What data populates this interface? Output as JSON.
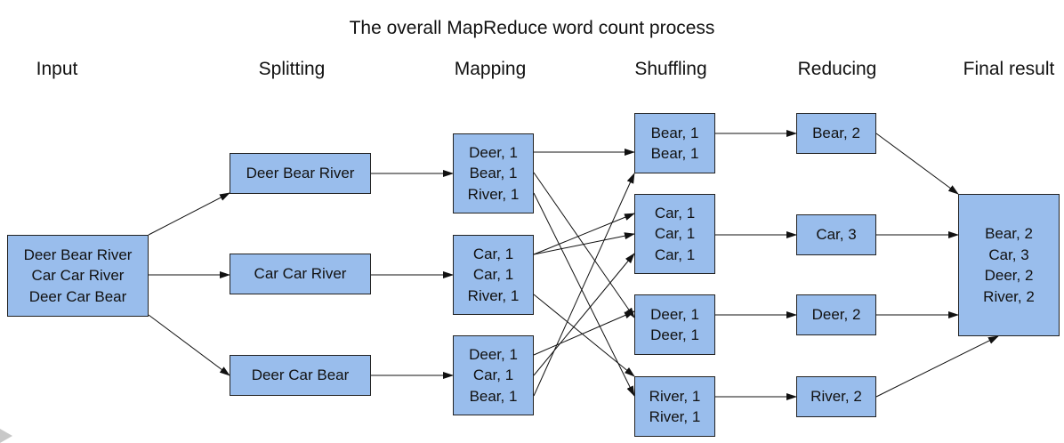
{
  "diagram": {
    "title": "The overall MapReduce word count process",
    "stages": [
      "Input",
      "Splitting",
      "Mapping",
      "Shuffling",
      "Reducing",
      "Final result"
    ],
    "nodes": {
      "input": [
        "Deer Bear River",
        "Car Car River",
        "Deer Car Bear"
      ],
      "split1": [
        "Deer Bear River"
      ],
      "split2": [
        "Car Car River"
      ],
      "split3": [
        "Deer Car Bear"
      ],
      "map1": [
        "Deer, 1",
        "Bear, 1",
        "River, 1"
      ],
      "map2": [
        "Car, 1",
        "Car, 1",
        "River, 1"
      ],
      "map3": [
        "Deer, 1",
        "Car, 1",
        "Bear, 1"
      ],
      "shuf_bear": [
        "Bear, 1",
        "Bear, 1"
      ],
      "shuf_car": [
        "Car, 1",
        "Car, 1",
        "Car, 1"
      ],
      "shuf_deer": [
        "Deer, 1",
        "Deer, 1"
      ],
      "shuf_river": [
        "River, 1",
        "River, 1"
      ],
      "red_bear": [
        "Bear, 2"
      ],
      "red_car": [
        "Car, 3"
      ],
      "red_deer": [
        "Deer, 2"
      ],
      "red_river": [
        "River, 2"
      ],
      "final": [
        "Bear, 2",
        "Car, 3",
        "Deer, 2",
        "River, 2"
      ]
    },
    "edges": [
      [
        "input",
        "split1"
      ],
      [
        "input",
        "split2"
      ],
      [
        "input",
        "split3"
      ],
      [
        "split1",
        "map1"
      ],
      [
        "split2",
        "map2"
      ],
      [
        "split3",
        "map3"
      ],
      [
        "map1",
        "shuf_bear"
      ],
      [
        "map1",
        "shuf_deer"
      ],
      [
        "map1",
        "shuf_river"
      ],
      [
        "map2",
        "shuf_car"
      ],
      [
        "map2",
        "shuf_car"
      ],
      [
        "map2",
        "shuf_river"
      ],
      [
        "map3",
        "shuf_bear"
      ],
      [
        "map3",
        "shuf_car"
      ],
      [
        "map3",
        "shuf_deer"
      ],
      [
        "shuf_bear",
        "red_bear"
      ],
      [
        "shuf_car",
        "red_car"
      ],
      [
        "shuf_deer",
        "red_deer"
      ],
      [
        "shuf_river",
        "red_river"
      ],
      [
        "red_bear",
        "final"
      ],
      [
        "red_car",
        "final"
      ],
      [
        "red_deer",
        "final"
      ],
      [
        "red_river",
        "final"
      ]
    ],
    "colors": {
      "box_fill": "#99bdec",
      "box_border": "#222222",
      "wire": "#111111"
    }
  }
}
